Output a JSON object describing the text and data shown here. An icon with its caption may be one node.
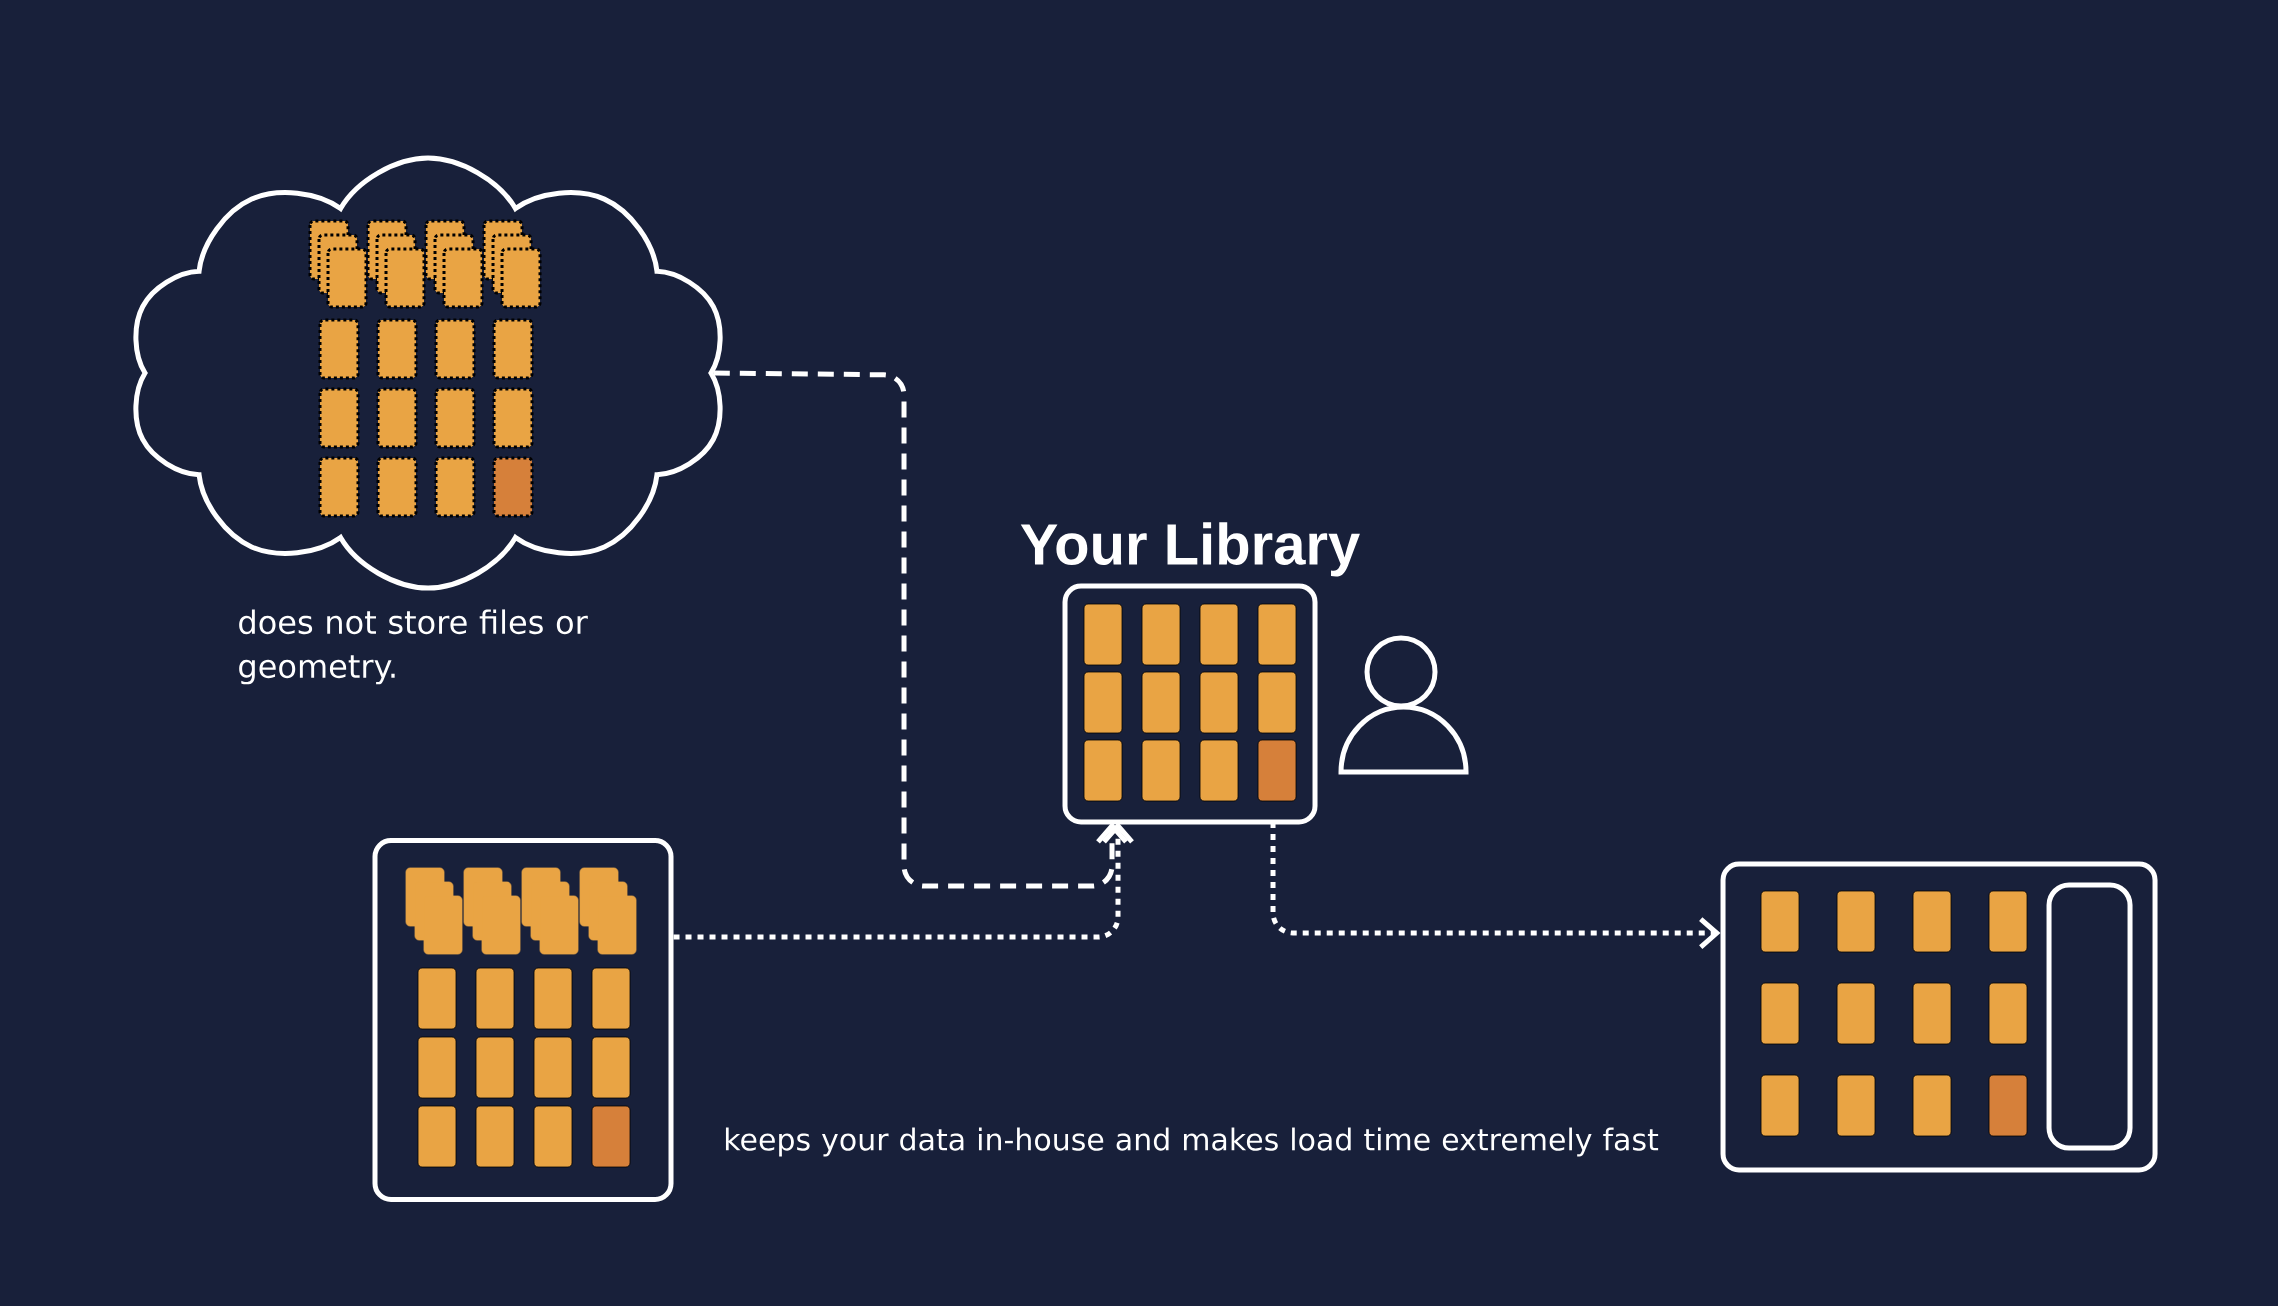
{
  "diagram": {
    "nodes": [
      {
        "text": [],
        "shape": "cloud",
        "beside": [
          "does not store files or geometry."
        ]
      },
      {
        "text": [
          "Your Library"
        ]
      },
      {
        "text": [],
        "shape": "box"
      },
      {
        "text": [],
        "shape": "box"
      }
    ],
    "edges": [
      {
        "from": 0,
        "to": 1,
        "arrow": "to",
        "style": "dashed"
      },
      {
        "from": 2,
        "to": 1,
        "arrow": "to"
      },
      {
        "from": 1,
        "to": 3,
        "arrow": "to"
      }
    ],
    "labels": [
      "keeps your data in-house and makes load time extremely fast"
    ]
  }
}
